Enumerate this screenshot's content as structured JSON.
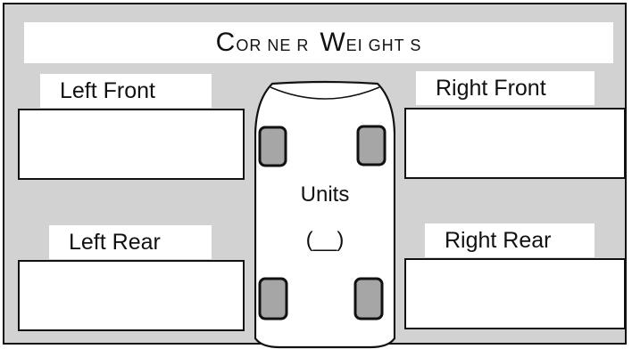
{
  "title": {
    "first": "C",
    "first_rest": "OR NE R",
    "second": "W",
    "second_rest": "EI GHT S"
  },
  "labels": {
    "left_front": "Left Front",
    "right_front": "Right Front",
    "left_rear": "Left Rear",
    "right_rear": "Right Rear"
  },
  "center": {
    "units_label": "Units",
    "units_value": "(__)"
  },
  "colors": {
    "panel": "#d2d2d2",
    "tire": "#a6a6a6",
    "border": "#111111"
  }
}
